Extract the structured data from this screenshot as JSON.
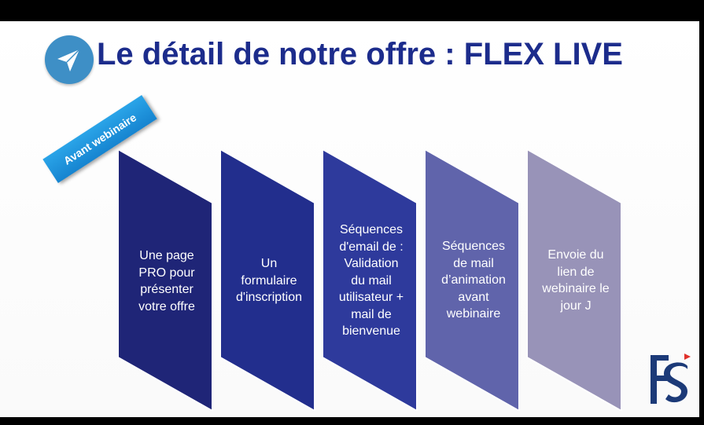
{
  "slide": {
    "title": "Le détail de notre offre : FLEX LIVE",
    "badge": "Avant webinaire",
    "steps": [
      {
        "text": "Une page\nPRO pour\nprésenter\nvotre offre",
        "color": "#1f2577"
      },
      {
        "text": "Un\nformulaire\nd'inscription",
        "color": "#222e8d"
      },
      {
        "text": "Séquences\nd'email de :\nValidation\ndu mail\nutilisateur +\nmail de\nbienvenue",
        "color": "#2e3a9c"
      },
      {
        "text": "Séquences\nde mail\nd’animation\navant\nwebinaire",
        "color": "#6064ab"
      },
      {
        "text": "Envoie du\nlien de\nwebinaire le\njour J",
        "color": "#9893b8"
      }
    ]
  },
  "icons": {
    "title_icon": "paper-plane-icon",
    "logo": "fs-logo-icon"
  },
  "colors": {
    "title": "#1c2c8c",
    "badge": "#1b8fdb",
    "icon_circle": "#3e8fc6",
    "logo_blue": "#1c3a78",
    "logo_red": "#e0312b"
  }
}
